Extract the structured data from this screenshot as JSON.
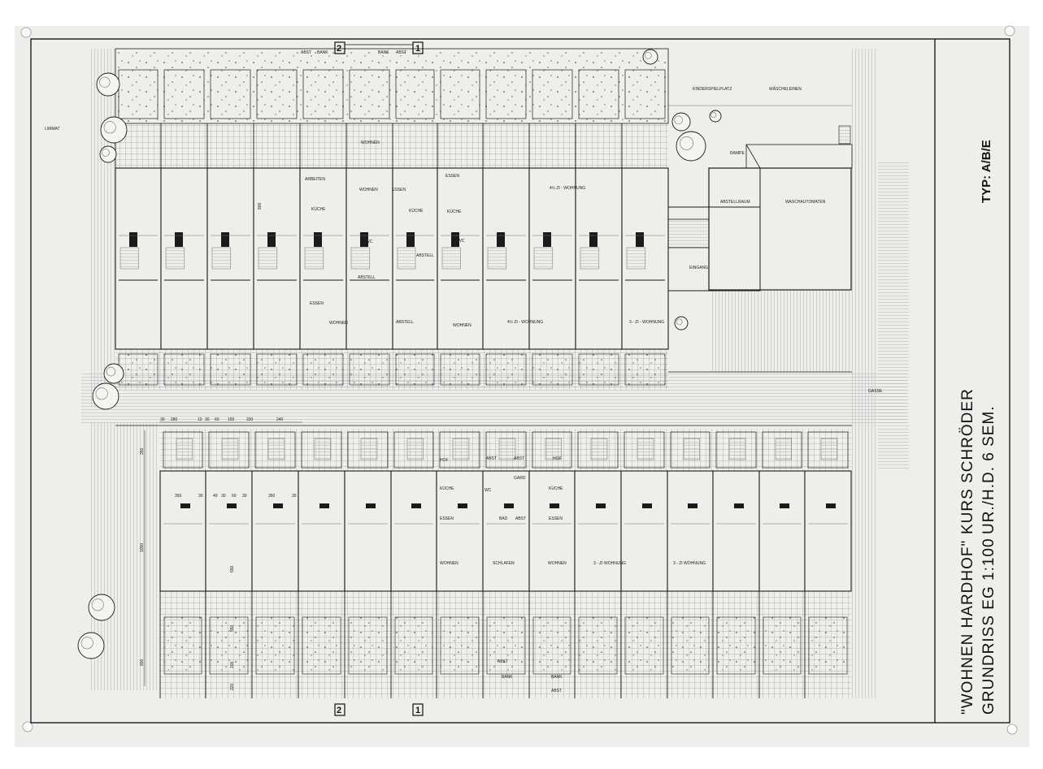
{
  "title_block": {
    "project": "\"WOHNEN HARDHOF\"",
    "course": "KURS SCHRÖDER",
    "drawing": "GRUNDRISS EG 1:100",
    "authors": "UR./H.D. 6 SEM.",
    "type": "TYP: A/B/E"
  },
  "section_markers": [
    "2",
    "1"
  ],
  "site_labels": {
    "limmat": "LIMMAT",
    "kinderspielplatz": "KINDERSPIELPLATZ",
    "waeschelinien": "WÄSCHELEINEN",
    "abstellraum": "ABSTELLRAUM",
    "waschautomaten": "WASCHAUTOMATEN",
    "eingang": "EINGANG",
    "gasse": "GASSE",
    "rampe": "RAMPE"
  },
  "upper_row": {
    "rooms": [
      "WOHNEN",
      "ARBEITEN",
      "WOHNEN",
      "ESSEN",
      "KÜCHE",
      "KÜCHE",
      "ESSEN",
      "KÜCHE",
      "WC",
      "WC",
      "ABSTELL",
      "ABSTELL",
      "ESSEN",
      "WOHNEN",
      "ABSTELL",
      "WOHNEN"
    ],
    "units": [
      "4½ ZI - WOHNUNG",
      "4½ ZI - WOHNUNG",
      "3 - ZI - WOHNUNG"
    ],
    "front_labels": [
      "ABST",
      "BANK",
      "BANK",
      "ABST"
    ]
  },
  "lower_row": {
    "rooms": [
      "HOF",
      "ABST",
      "ABST",
      "HOF",
      "KÜCHE",
      "WC",
      "GARD",
      "KÜCHE",
      "ESSEN",
      "BAD",
      "ABST",
      "ESSEN",
      "WOHNEN",
      "SCHLAFEN",
      "WOHNEN"
    ],
    "units": [
      "3 - ZI WOHNUNG",
      "3 - ZI WOHNUNG"
    ],
    "front_labels": [
      "ABST",
      "BANK",
      "BANK",
      "ABST"
    ]
  },
  "dimensions": {
    "top": [
      "30",
      "280",
      "10",
      "30",
      "60",
      "150",
      "330",
      "240"
    ],
    "row": [
      "350",
      "30",
      "40",
      "30",
      "60",
      "30",
      "350",
      "30"
    ],
    "side": [
      "350",
      "1000",
      "550",
      "800",
      "550",
      "800",
      "100",
      "220"
    ]
  },
  "colors": {
    "paper": "#eeeeea",
    "line": "#1b1b1b",
    "light_line": "#6e6e6e"
  }
}
